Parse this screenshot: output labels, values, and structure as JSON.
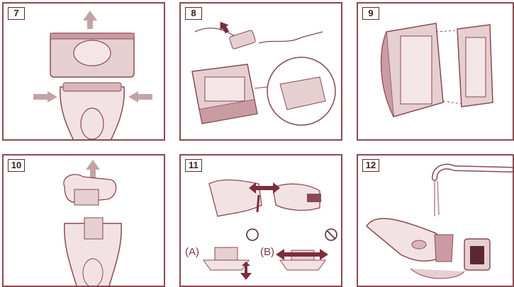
{
  "panels": [
    {
      "step": "7"
    },
    {
      "step": "8"
    },
    {
      "step": "9"
    },
    {
      "step": "10"
    },
    {
      "step": "11",
      "label_a": "(A)",
      "label_b": "(B)"
    },
    {
      "step": "12"
    }
  ],
  "colors": {
    "line": "#8a4a52",
    "fill": "#e6cfd1",
    "fill_dark": "#c99ca2",
    "arrow": "#c4a3a6",
    "arrow_dark": "#7a2f3a"
  }
}
